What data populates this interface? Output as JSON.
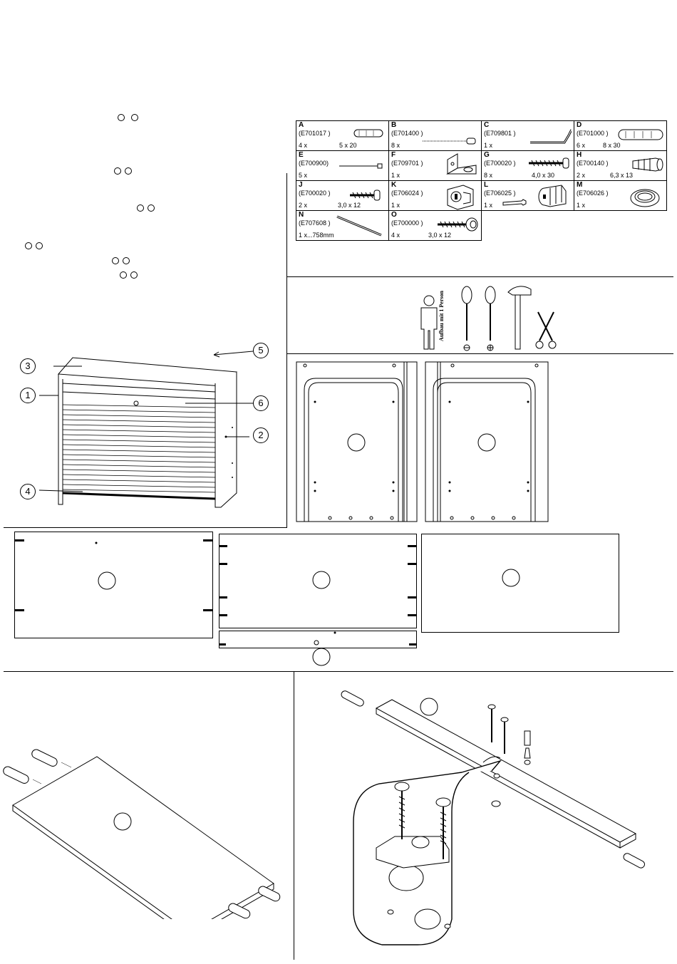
{
  "parts": [
    {
      "letter": "A",
      "code": "(E701017 )",
      "qty": "4 x",
      "size": "5 x 20",
      "icon": "dowel-icon"
    },
    {
      "letter": "B",
      "code": "(E701400 )",
      "qty": "8 x",
      "size": "",
      "icon": "long-screw-icon"
    },
    {
      "letter": "C",
      "code": "(E709801 )",
      "qty": "1 x",
      "size": "",
      "icon": "allen-key-icon"
    },
    {
      "letter": "D",
      "code": "(E701000 )",
      "qty": "6 x",
      "size": "8 x 30",
      "icon": "dowel-large-icon"
    },
    {
      "letter": "E",
      "code": "(E700900)",
      "qty": "5 x",
      "size": "",
      "icon": "nail-icon"
    },
    {
      "letter": "F",
      "code": "(E709701 )",
      "qty": "1 x",
      "size": "",
      "icon": "bracket-icon"
    },
    {
      "letter": "G",
      "code": "(E700020 )",
      "qty": "8 x",
      "size": "4,0 x 30",
      "icon": "screw-icon"
    },
    {
      "letter": "H",
      "code": "(E700140 )",
      "qty": "2 x",
      "size": "6,3 x 13",
      "icon": "anchor-icon"
    },
    {
      "letter": "J",
      "code": "(E700020 )",
      "qty": "2 x",
      "size": "3,0 x 12",
      "icon": "short-screw-icon"
    },
    {
      "letter": "K",
      "code": "(E706024 )",
      "qty": "1 x",
      "size": "",
      "icon": "lock-icon"
    },
    {
      "letter": "L",
      "code": "(E706025 )",
      "qty": "1 x",
      "size": "",
      "icon": "lock-key-icon"
    },
    {
      "letter": "M",
      "code": "(E706026 )",
      "qty": "1 x",
      "size": "",
      "icon": "grommet-icon"
    },
    {
      "letter": "N",
      "code": "(E707608 )",
      "qty": "1 x...758mm",
      "size": "",
      "icon": "rod-icon"
    },
    {
      "letter": "O",
      "code": "(E700000 )",
      "qty": "4 x",
      "size": "3,0 x 12",
      "icon": "screw-washer-icon"
    }
  ],
  "tools": {
    "vertical_label": "Aufbau mit 1 Person"
  },
  "callouts": [
    "1",
    "2",
    "3",
    "4",
    "5",
    "6"
  ]
}
